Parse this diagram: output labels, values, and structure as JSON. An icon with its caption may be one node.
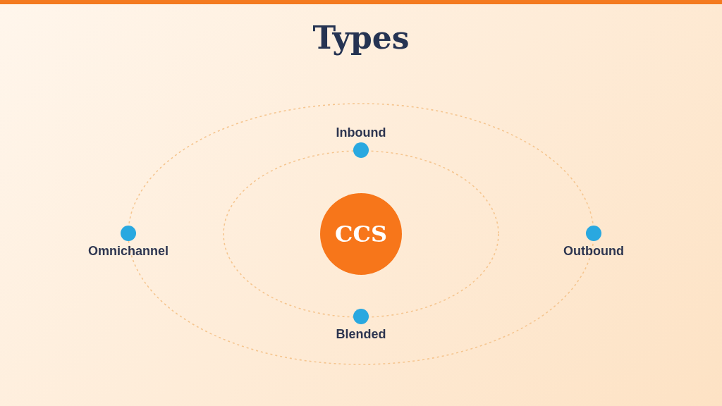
{
  "diagram": {
    "title": "Types",
    "nodes": [
      {
        "text": [
          "CCS"
        ]
      },
      {
        "text": [],
        "shape": "circle",
        "beside": [
          "Inbound"
        ]
      },
      {
        "text": [],
        "shape": "circle",
        "beside": [
          "Omnichannel"
        ]
      },
      {
        "text": [],
        "shape": "circle",
        "beside": [
          "Outbound"
        ]
      },
      {
        "text": [],
        "shape": "circle",
        "beside": [
          "Blended"
        ]
      }
    ]
  }
}
